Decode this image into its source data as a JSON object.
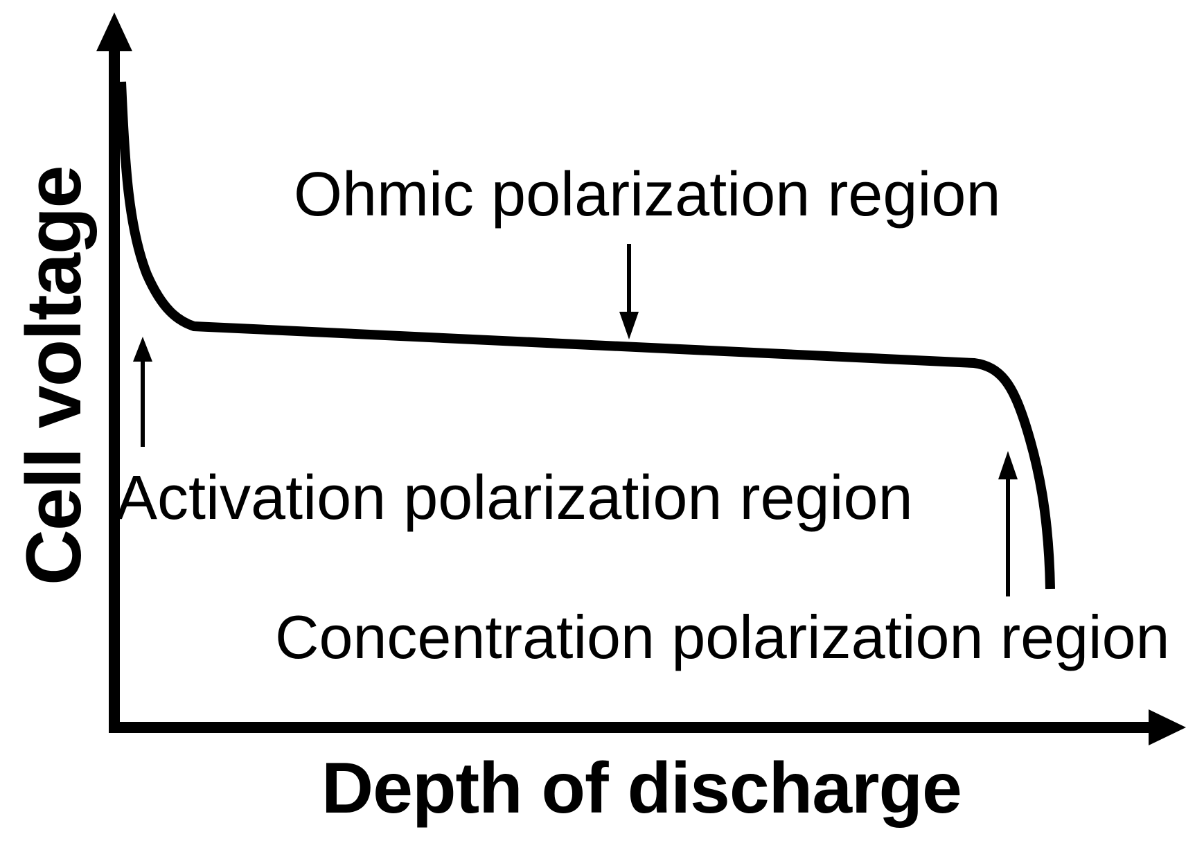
{
  "colors": {
    "ink": "#000000",
    "background": "#ffffff"
  },
  "axes": {
    "x_label": "Depth of discharge",
    "y_label": "Cell voltage",
    "style": "arrow-tipped axes, no ticks, no tick labels"
  },
  "annotations": {
    "ohmic": {
      "label": "Ohmic polarization region",
      "arrow_direction": "down"
    },
    "activation": {
      "label": "Activation polarization region",
      "arrow_direction": "up"
    },
    "concentration": {
      "label": "Concentration polarization region",
      "arrow_direction": "up"
    }
  },
  "chart_data": {
    "type": "line",
    "title": "",
    "xlabel": "Depth of discharge",
    "ylabel": "Cell voltage",
    "grid": false,
    "legend": false,
    "x_axis": {
      "style": "arrow",
      "ticks": [],
      "range_normalized": [
        0,
        1
      ]
    },
    "y_axis": {
      "style": "arrow",
      "ticks": [],
      "range_normalized": [
        0,
        1
      ]
    },
    "series": [
      {
        "name": "discharge curve",
        "points_normalized": [
          {
            "x": 0.006,
            "y": 0.9
          },
          {
            "x": 0.013,
            "y": 0.78
          },
          {
            "x": 0.032,
            "y": 0.63
          },
          {
            "x": 0.075,
            "y": 0.56
          },
          {
            "x": 0.28,
            "y": 0.55
          },
          {
            "x": 0.48,
            "y": 0.53
          },
          {
            "x": 0.67,
            "y": 0.52
          },
          {
            "x": 0.805,
            "y": 0.51
          },
          {
            "x": 0.838,
            "y": 0.47
          },
          {
            "x": 0.861,
            "y": 0.38
          },
          {
            "x": 0.871,
            "y": 0.28
          },
          {
            "x": 0.874,
            "y": 0.19
          }
        ]
      }
    ],
    "annotations": [
      {
        "text": "Ohmic polarization region",
        "arrow": "down",
        "arrow_points_to": "middle of gently sloping plateau"
      },
      {
        "text": "Activation polarization region",
        "arrow": "up",
        "arrow_points_to": "initial steep voltage drop near origin"
      },
      {
        "text": "Concentration polarization region",
        "arrow": "up",
        "arrow_points_to": "final steep voltage drop at end of discharge"
      }
    ]
  }
}
